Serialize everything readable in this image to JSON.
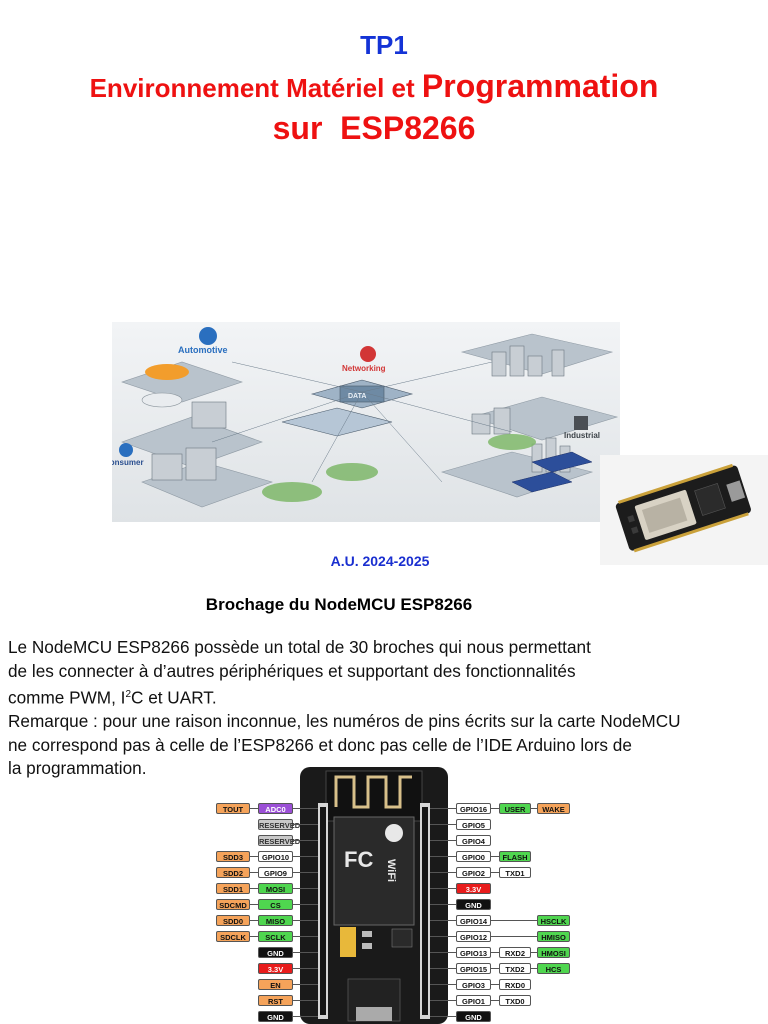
{
  "title": {
    "line1": "TP1",
    "line2a": "Environnement Matériel et ",
    "line2b": "Programmation",
    "line3": "sur  ESP8266"
  },
  "iot_image": {
    "labels": {
      "automotive": "Automotive",
      "networking": "Networking",
      "consumer": "Consumer",
      "industrial": "Industrial",
      "data": "DATA"
    }
  },
  "academic_year": "A.U. 2024-2025",
  "section_title": "Brochage du NodeMCU ESP8266",
  "paragraph": {
    "l1": "Le NodeMCU ESP8266 possède un total de 30 broches qui nous permettant",
    "l2": "de les connecter à d’autres périphériques et supportant des fonctionnalités",
    "l3a": "comme PWM, I",
    "l3sup": "2",
    "l3b": "C et UART.",
    "l4": "Remarque : pour une raison inconnue, les numéros de pins écrits sur la carte NodeMCU",
    "l5": "ne correspond pas à celle de l’ESP8266 et donc pas celle de l’IDE Arduino lors de",
    "l6": "la programmation."
  },
  "pinout": {
    "left_pins": [
      {
        "outer": "TOUT",
        "inner": "ADC0"
      },
      {
        "outer": "",
        "inner": "RESERVED"
      },
      {
        "outer": "",
        "inner": "RESERVED"
      },
      {
        "outer": "SDD3",
        "inner": "GPIO10"
      },
      {
        "outer": "SDD2",
        "inner": "GPIO9"
      },
      {
        "outer": "SDD1",
        "inner": "MOSI"
      },
      {
        "outer": "SDCMD",
        "inner": "CS"
      },
      {
        "outer": "SDD0",
        "inner": "MISO"
      },
      {
        "outer": "SDCLK",
        "inner": "SCLK"
      },
      {
        "outer": "",
        "inner": "GND"
      },
      {
        "outer": "",
        "inner": "3.3V"
      },
      {
        "outer": "",
        "inner": "EN"
      },
      {
        "outer": "",
        "inner": "RST"
      },
      {
        "outer": "",
        "inner": "GND"
      }
    ],
    "right_pins": [
      {
        "gpio": "GPIO16",
        "a": "USER",
        "b": "WAKE"
      },
      {
        "gpio": "GPIO5",
        "a": "",
        "b": ""
      },
      {
        "gpio": "GPIO4",
        "a": "",
        "b": ""
      },
      {
        "gpio": "GPIO0",
        "a": "FLASH",
        "b": ""
      },
      {
        "gpio": "GPIO2",
        "a": "TXD1",
        "b": ""
      },
      {
        "gpio": "3.3V",
        "a": "",
        "b": ""
      },
      {
        "gpio": "GND",
        "a": "",
        "b": ""
      },
      {
        "gpio": "GPIO14",
        "a": "",
        "b": "HSCLK"
      },
      {
        "gpio": "GPIO12",
        "a": "",
        "b": "HMISO"
      },
      {
        "gpio": "GPIO13",
        "a": "RXD2",
        "b": "HMOSI"
      },
      {
        "gpio": "GPIO15",
        "a": "TXD2",
        "b": "HCS"
      },
      {
        "gpio": "GPIO3",
        "a": "RXD0",
        "b": ""
      },
      {
        "gpio": "GPIO1",
        "a": "TXD0",
        "b": ""
      },
      {
        "gpio": "GND",
        "a": "",
        "b": ""
      }
    ],
    "chip_labels": {
      "fc": "FC",
      "wifi": "WiFi"
    }
  },
  "colors": {
    "title_blue": "#1433d6",
    "title_red": "#ee1111",
    "pin_orange": "#f5a35a",
    "pin_purple": "#9b4fd6",
    "pin_green": "#4fd64f",
    "pin_red": "#e81c1c",
    "pin_black": "#111111",
    "pin_gray": "#c9c9c9",
    "pin_white": "#ffffff"
  }
}
